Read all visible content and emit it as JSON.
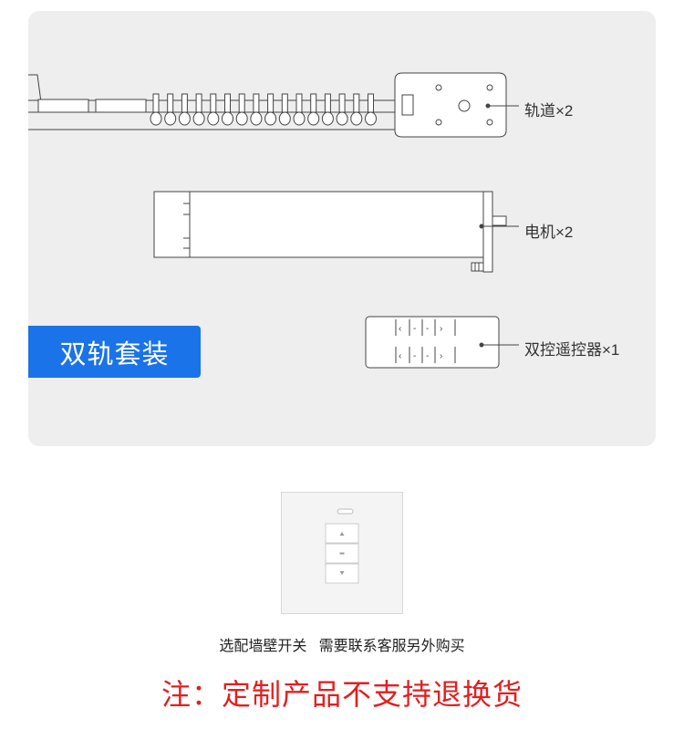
{
  "kit": {
    "label": "双轨套装",
    "accent_color": "#1a73e8",
    "components": [
      {
        "name": "轨道×2",
        "icon": "track-rail-icon"
      },
      {
        "name": "电机×2",
        "icon": "motor-icon"
      },
      {
        "name": "双控遥控器×1",
        "icon": "remote-control-icon"
      }
    ]
  },
  "optional": {
    "icon": "wall-switch-icon",
    "caption": "选配墙壁开关   需要联系客服另外购买"
  },
  "note": {
    "text": "注：定制产品不支持退换货",
    "color": "#e02020"
  }
}
